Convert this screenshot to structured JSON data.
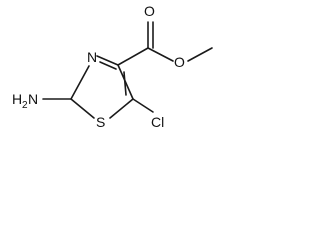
{
  "structure": {
    "atoms": {
      "n_ring": "N",
      "s_ring": "S",
      "amine_h": "H",
      "amine_sub": "2",
      "amine_n": "N",
      "carbonyl_o": "O",
      "ester_o": "O",
      "chlorine": "Cl"
    },
    "colors": {
      "bond": "#1a1a1a",
      "label": "#111111",
      "background": "#ffffff"
    }
  }
}
